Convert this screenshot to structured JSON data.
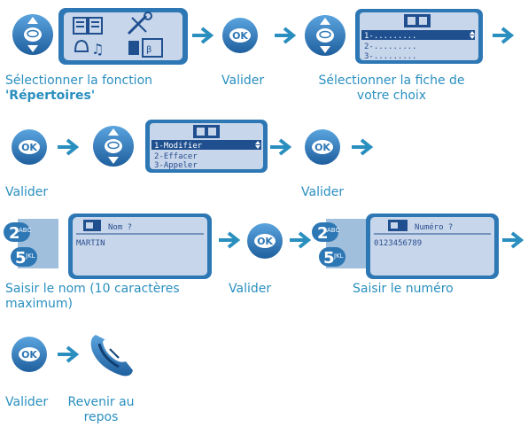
{
  "colors": {
    "accent": "#2a8fbf",
    "button": "#2d77b5",
    "lcd_bg": "#c7d6ea",
    "lcd_dark": "#1f4f8f"
  },
  "icons": {
    "nav": "navigator-key-icon",
    "ok": "ok-button-icon",
    "arrow": "right-arrow-icon",
    "keypad": "keypad-2abc-5jkl-icon",
    "hangup": "hang-up-handset-icon",
    "menu": "menu-screen-icon",
    "directory": "directory-book-icon"
  },
  "captions": {
    "select_function_1": "Sélectionner la fonction",
    "select_function_2": "'Répertoires'",
    "validate": "Valider",
    "select_card_1": "Sélectionner la fiche de",
    "select_card_2": "votre choix",
    "enter_name_1": "Saisir le nom (10 caractères",
    "enter_name_2": "maximum)",
    "enter_number": "Saisir le numéro",
    "return_idle_1": "Revenir au",
    "return_idle_2": "repos"
  },
  "screens": {
    "card_list": {
      "items": [
        "1-.........",
        "2-.........",
        "3-........."
      ]
    },
    "edit_menu": {
      "items": [
        "1-Modifier",
        "2-Effacer",
        "3-Appeler"
      ]
    },
    "name_entry": {
      "header": "Nom ?",
      "value": "MARTIN"
    },
    "number_entry": {
      "header": "Numéro ?",
      "value": "0123456789"
    }
  },
  "keys": {
    "ok": "OK",
    "key2_digit": "2",
    "key2_letters": "ABC",
    "key5_digit": "5",
    "key5_letters": "JKL"
  }
}
